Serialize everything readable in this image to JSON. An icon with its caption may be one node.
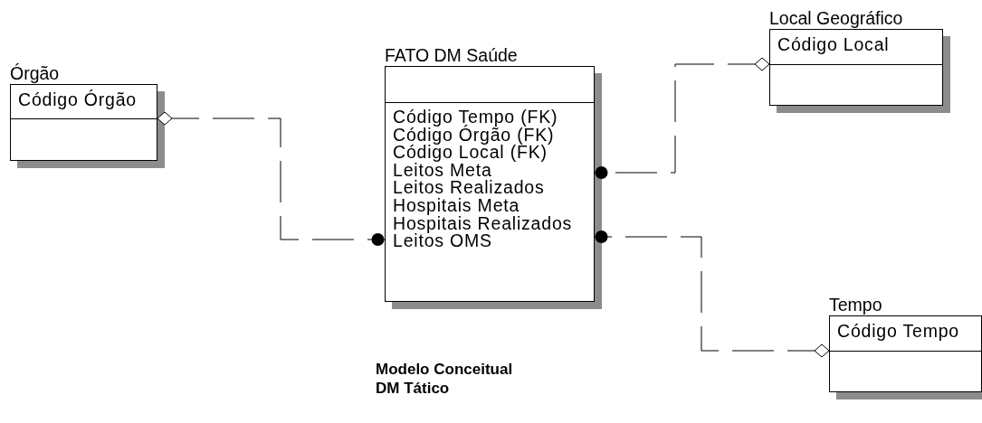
{
  "diagram": {
    "caption": "Modelo Conceitual DM Tático",
    "nodes": [
      {
        "text": [
          "Órgão",
          "Código Órgão"
        ]
      },
      {
        "text": [
          "FATO DM Saúde",
          "Código Tempo (FK)",
          "Código Órgão (FK)",
          "Código Local (FK)",
          "Leitos Meta",
          "Leitos Realizados",
          "Hospitais Meta",
          "Hospitais Realizados",
          "Leitos OMS"
        ]
      },
      {
        "text": [
          "Local Geográfico",
          "Código Local"
        ]
      },
      {
        "text": [
          "Tempo",
          "Código Tempo"
        ]
      }
    ],
    "edges": [
      {
        "from": 0,
        "to": 1,
        "arrow": "other",
        "style": "dashed"
      },
      {
        "from": 2,
        "to": 1,
        "arrow": "other",
        "style": "dashed"
      },
      {
        "from": 3,
        "to": 1,
        "arrow": "other",
        "style": "dashed"
      }
    ]
  }
}
